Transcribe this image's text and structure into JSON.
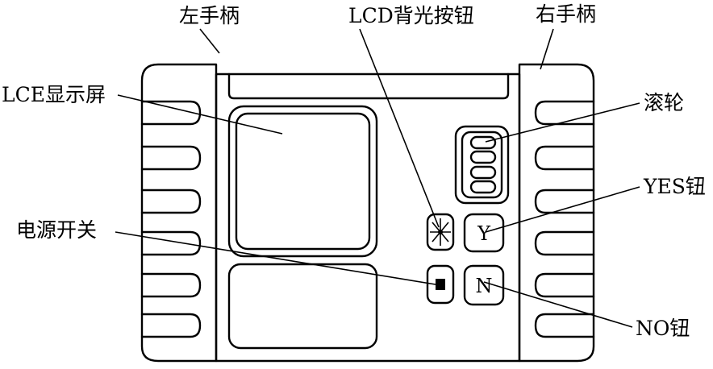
{
  "labels": {
    "left_handle": "左手柄",
    "right_handle": "右手柄",
    "lcd_backlight_button": "LCD背光按钮",
    "lcd_display": "LCE显示屏",
    "scroll_wheel": "滚轮",
    "yes_button": "YES钮",
    "power_switch": "电源开关",
    "no_button": "NO钮"
  },
  "buttons": {
    "yes_glyph": "Y",
    "no_glyph": "N"
  }
}
